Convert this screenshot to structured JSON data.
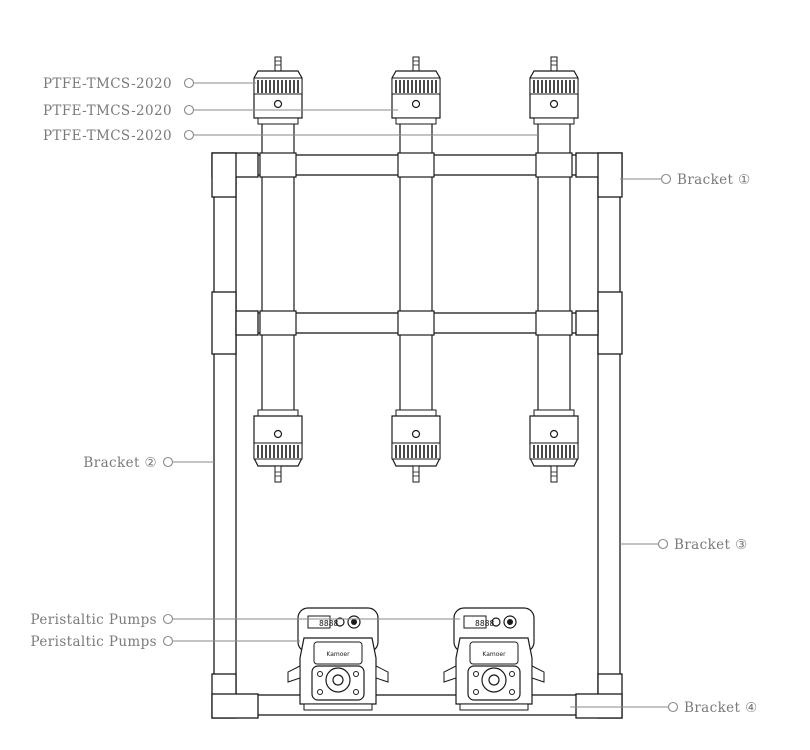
{
  "labels": {
    "column_1": "PTFE-TMCS-2020",
    "column_2": "PTFE-TMCS-2020",
    "column_3": "PTFE-TMCS-2020",
    "bracket_1": "Bracket  ①",
    "bracket_2": "Bracket ②",
    "bracket_3": "Bracket ③",
    "bracket_4": "Bracket ④",
    "pump_1": "Peristaltic Pumps",
    "pump_2": "Peristaltic Pumps"
  },
  "pump_panel": {
    "display_1": "8888",
    "display_2": "8888",
    "brand": "Kamoer"
  },
  "colors": {
    "line": "#1a1a1a",
    "leader": "#8a8a8a",
    "label": "#7a7a7a"
  }
}
